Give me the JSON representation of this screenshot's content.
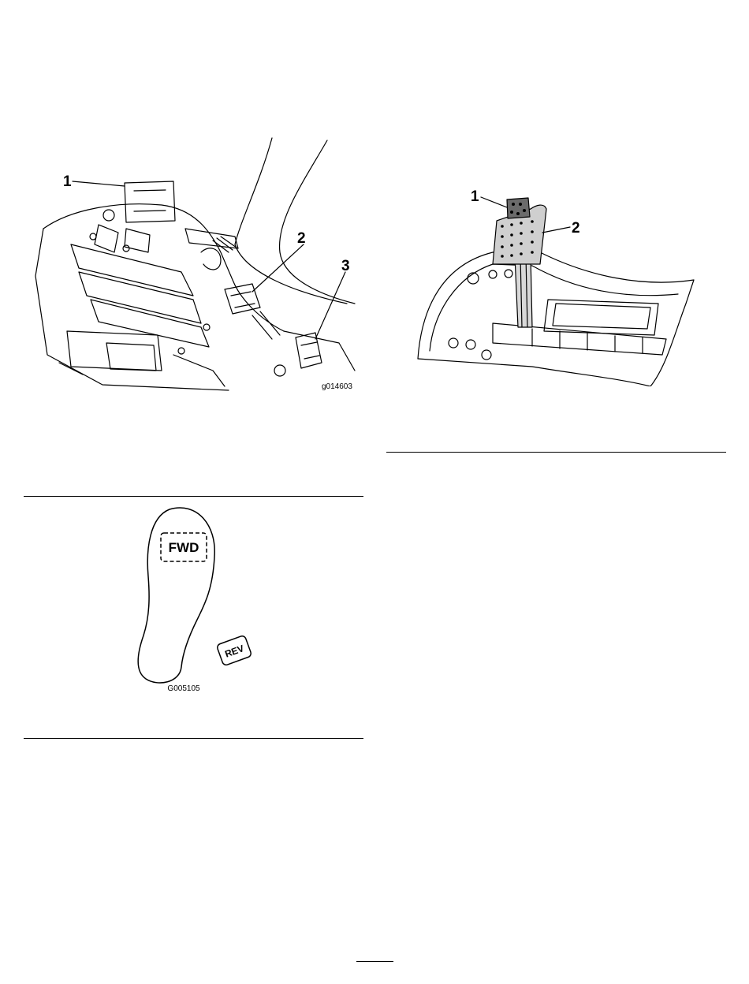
{
  "figure1": {
    "callouts": [
      "1",
      "2",
      "3"
    ],
    "code": "g014603"
  },
  "figure2": {
    "callouts": [
      "1",
      "2"
    ]
  },
  "figure3": {
    "label_forward": "FWD",
    "label_reverse": "REV",
    "code": "G005105"
  }
}
